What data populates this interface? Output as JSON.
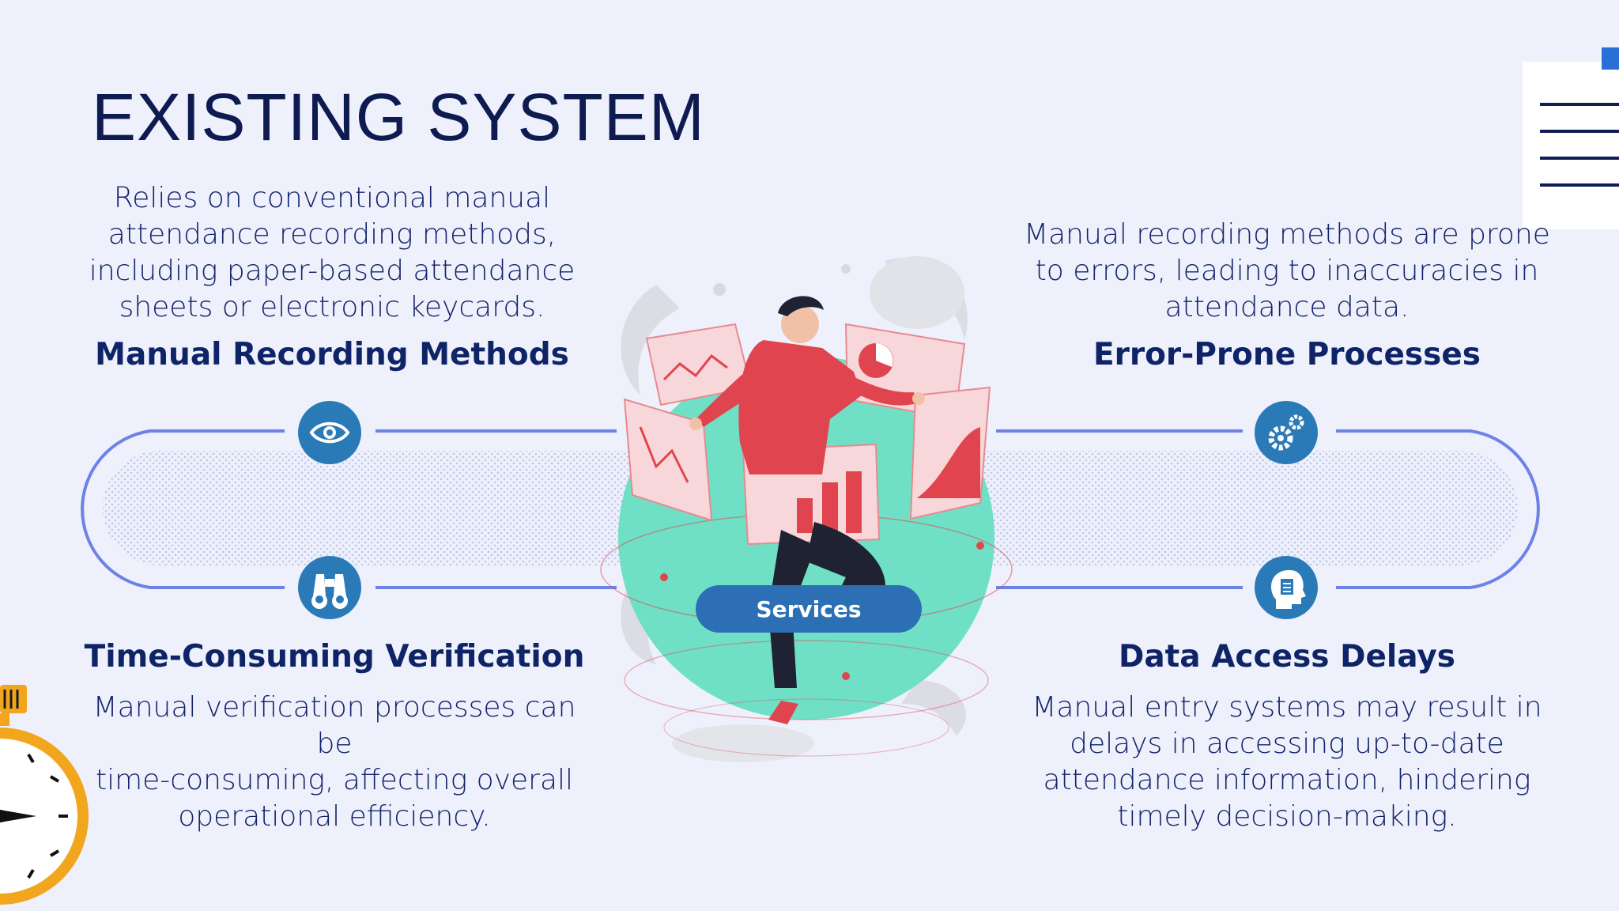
{
  "slide": {
    "title": "EXISTING SYSTEM"
  },
  "cards": {
    "manual": {
      "heading": "Manual Recording Methods",
      "lines": [
        "Relies on conventional manual",
        "attendance recording methods,",
        "including paper-based attendance",
        "sheets or electronic keycards."
      ]
    },
    "errors": {
      "heading": "Error-Prone Processes",
      "lines": [
        "Manual recording methods are prone",
        "to errors, leading to inaccuracies in",
        "attendance data."
      ]
    },
    "time": {
      "heading": "Time-Consuming Verification",
      "lines": [
        "Manual verification processes can be",
        "time-consuming, affecting overall",
        "operational efficiency."
      ]
    },
    "delays": {
      "heading": "Data Access Delays",
      "lines": [
        "Manual entry systems may result in",
        "delays in accessing up-to-date",
        "attendance information, hindering",
        "timely decision-making."
      ]
    }
  },
  "center": {
    "badge": "Services"
  },
  "icons": {
    "top_left": "eye-icon",
    "bottom_left": "binoculars-icon",
    "top_right": "gears-icon",
    "bottom_right": "head-document-icon"
  },
  "colors": {
    "title": "#0d1b50",
    "text": "#13236a",
    "icon_circle": "#2a7ab8",
    "track": "#6c82e6",
    "accent_red": "#e0454f",
    "globe": "#6fe0c6"
  }
}
